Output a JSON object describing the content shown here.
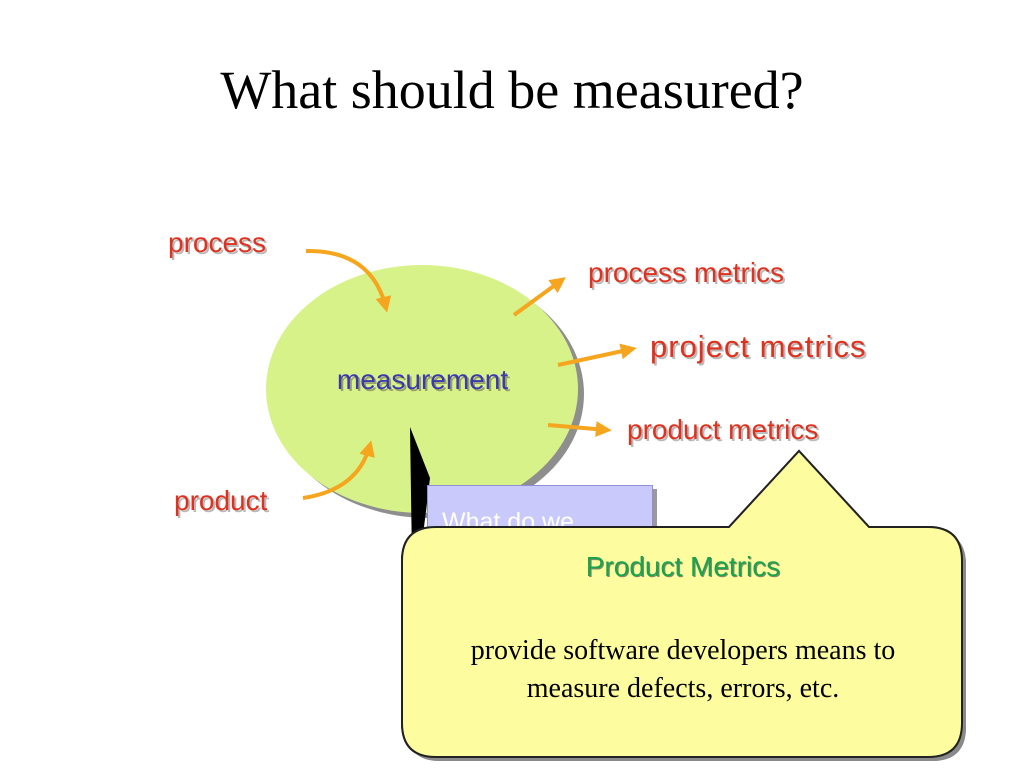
{
  "slide": {
    "title": "What should be measured?"
  },
  "diagram": {
    "center": "measurement",
    "inputs": [
      "process",
      "product"
    ],
    "outputs": [
      "process metrics",
      "project metrics",
      "product metrics"
    ],
    "hidden_note": "What do we",
    "callout": {
      "title": "Product Metrics",
      "body_line1": "provide software developers means to",
      "body_line2": "measure defects, errors, etc."
    }
  },
  "colors": {
    "label_red": "#e0301e",
    "center_blue": "#3a39b0",
    "ellipse_fill": "#d8f28a",
    "arrow_orange": "#f5a51e",
    "callout_fill": "#fdfda0",
    "callout_title_green": "#1aa34a",
    "note_fill": "#c9c9fb"
  }
}
